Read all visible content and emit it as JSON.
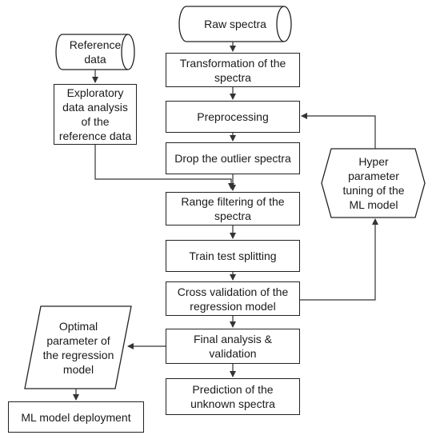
{
  "nodes": {
    "raw_spectra": "Raw spectra",
    "transformation": "Transformation of the spectra",
    "preprocessing": "Preprocessing",
    "drop_outliers": "Drop the outlier spectra",
    "range_filtering": "Range filtering of the spectra",
    "train_test": "Train test splitting",
    "cross_validation": "Cross validation of the regression model",
    "final_analysis": "Final analysis & validation",
    "prediction": "Prediction of the unknown spectra",
    "reference_data": "Reference data",
    "exploratory": "Exploratory data analysis of the reference data",
    "hyper_parameter": "Hyper parameter tuning of the ML model",
    "optimal_parameter": "Optimal parameter of the regression model",
    "ml_deployment": "ML model deployment"
  }
}
